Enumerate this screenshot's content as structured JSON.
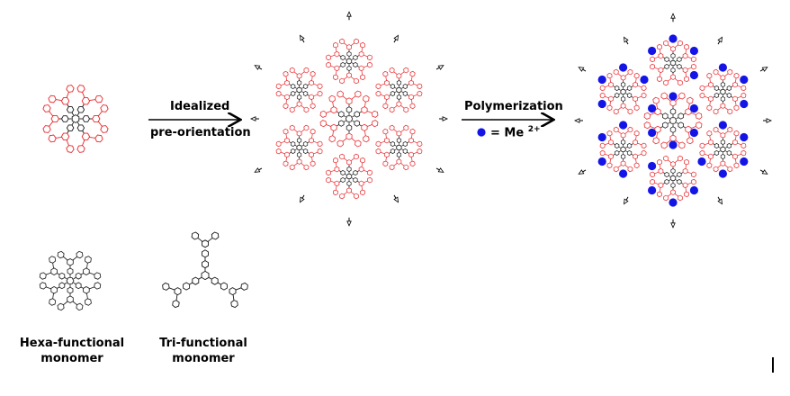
{
  "figure": {
    "arrow1": {
      "label_line1": "Idealized",
      "label_line2": "pre-orientation"
    },
    "arrow2": {
      "label": "Polymerization",
      "legend_text": "= Me",
      "legend_superscript": "2+"
    },
    "captions": {
      "hexa_line1": "Hexa-functional",
      "hexa_line2": "monomer",
      "tri_line1": "Tri-functional",
      "tri_line2": "monomer"
    },
    "colors": {
      "bipyridine_red": "#e8262a",
      "core_black": "#1a1a1a",
      "metal_blue": "#1414e6",
      "arrow_black": "#000000"
    }
  }
}
